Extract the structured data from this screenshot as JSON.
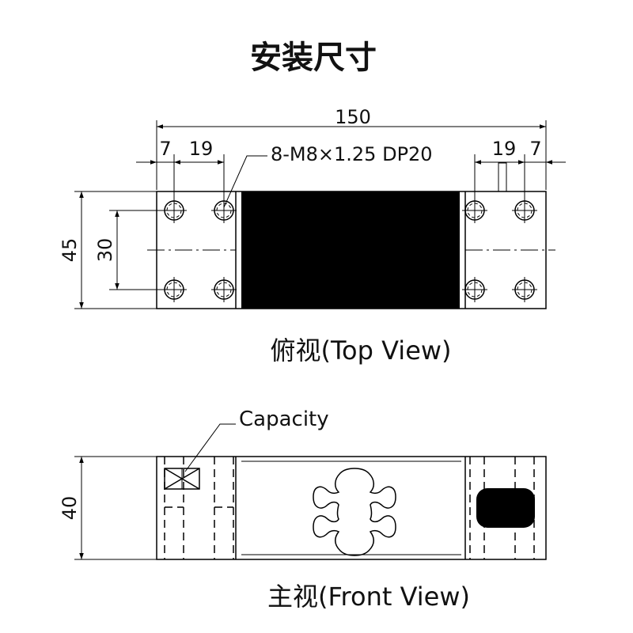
{
  "title": "安装尺寸",
  "top_view": {
    "caption": "俯视(Top View)",
    "dims": {
      "overall_length": "150",
      "left_edge": "7",
      "left_spacing": "19",
      "right_spacing": "19",
      "right_edge": "7",
      "height": "45",
      "hole_spacing": "30"
    },
    "hole_callout": "8-M8×1.25 DP20"
  },
  "front_view": {
    "caption": "主视(Front View)",
    "dims": {
      "height": "40"
    },
    "capacity_label": "Capacity"
  }
}
